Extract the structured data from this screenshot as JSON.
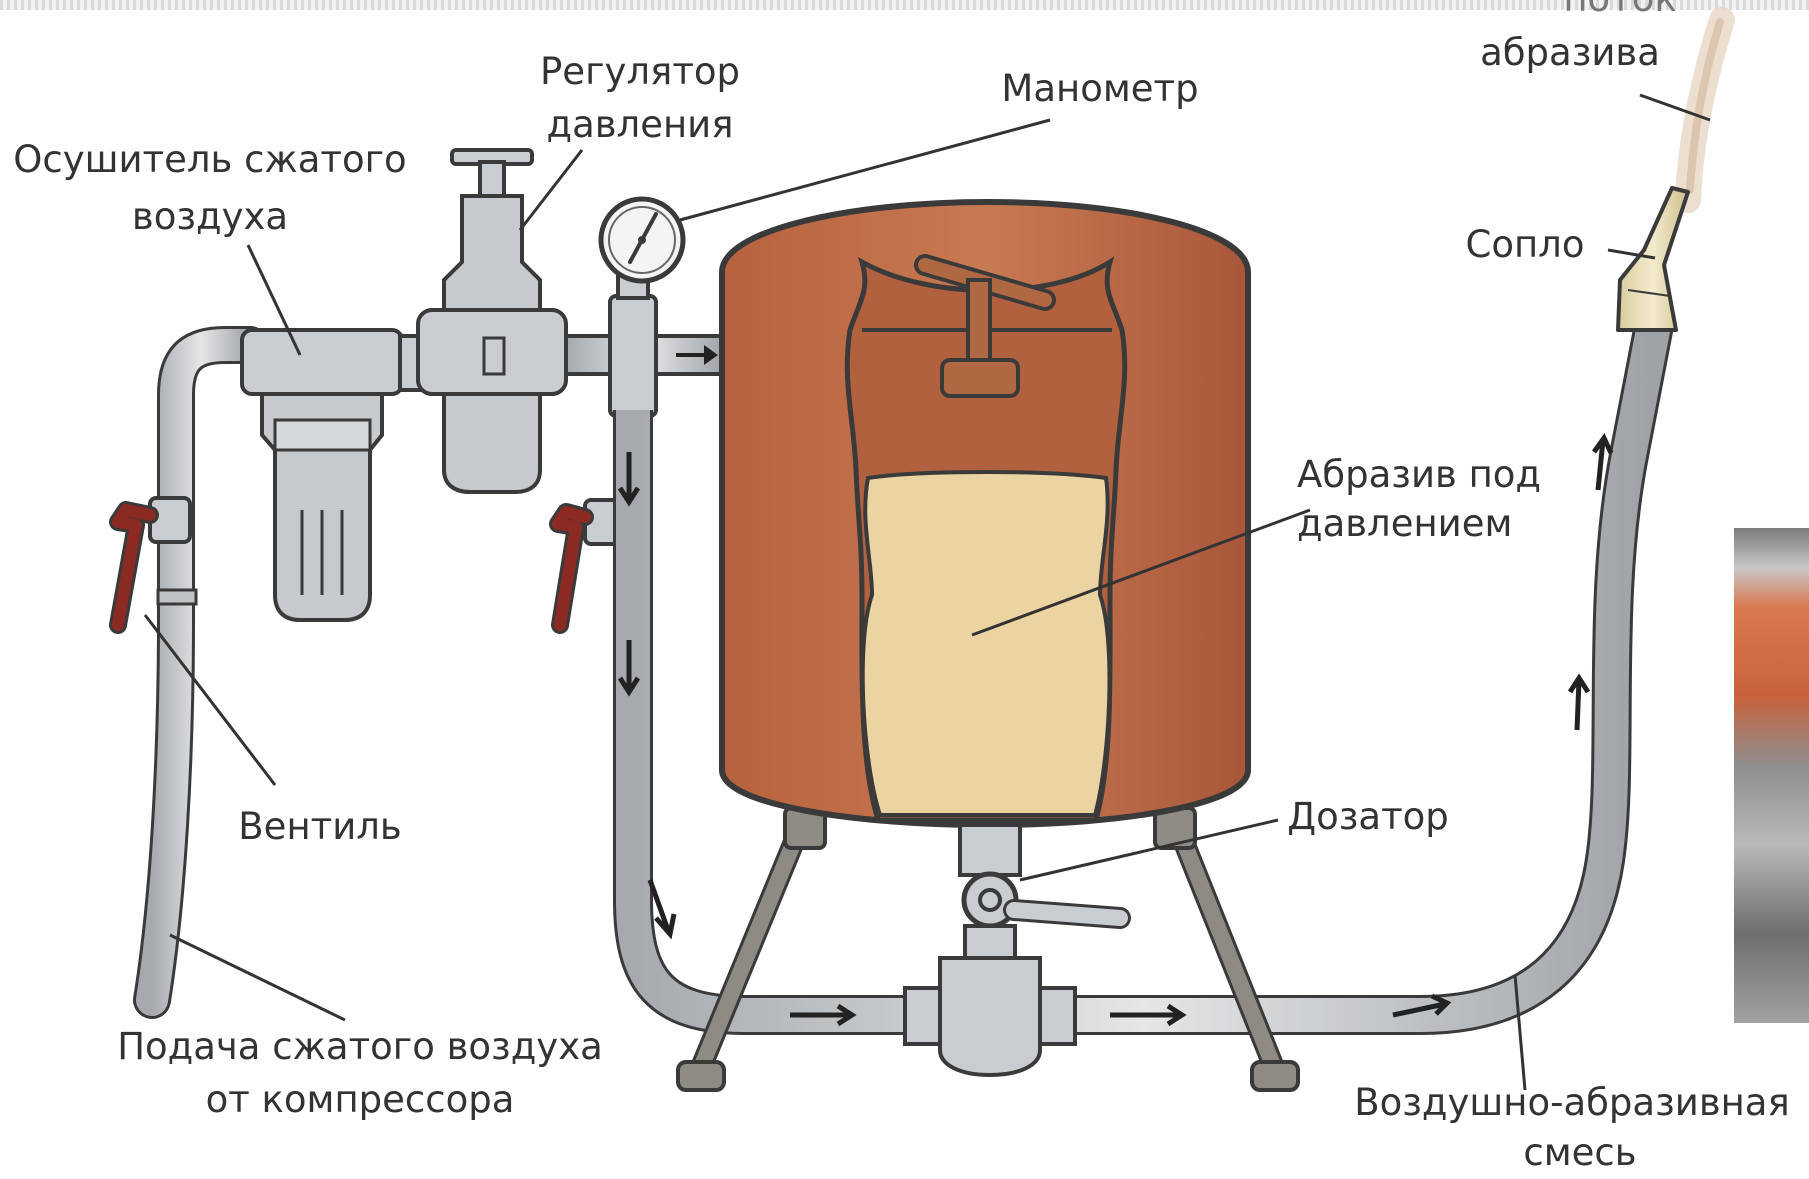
{
  "labels": {
    "nozzle_stream_partial": "поток",
    "nozzle_stream_line2": "абразива",
    "pressure_regulator_line1": "Регулятор",
    "pressure_regulator_line2": "давления",
    "manometer": "Манометр",
    "dryer_line1": "Осушитель сжатого",
    "dryer_line2": "воздуха",
    "nozzle": "Сопло",
    "abrasive_line1": "Абразив под",
    "abrasive_line2": "давлением",
    "valve": "Вентиль",
    "doser": "Дозатор",
    "air_supply_line1": "Подача сжатого воздуха",
    "air_supply_line2": "от компрессора",
    "mixture_line1": "Воздушно-абразивная",
    "mixture_line2": "смесь"
  },
  "colors": {
    "tank": "#c16f48",
    "tank_dark": "#5a2f1d",
    "abrasive": "#ecd3a2",
    "pipe": "#cfd2d5",
    "outline": "#3a3a3a",
    "valve_handle": "#8b2a23",
    "nozzle": "#eadfb8",
    "text": "#333333"
  },
  "icons": [
    "pressure-gauge-icon",
    "flow-arrow-icon",
    "ball-valve-icon"
  ]
}
